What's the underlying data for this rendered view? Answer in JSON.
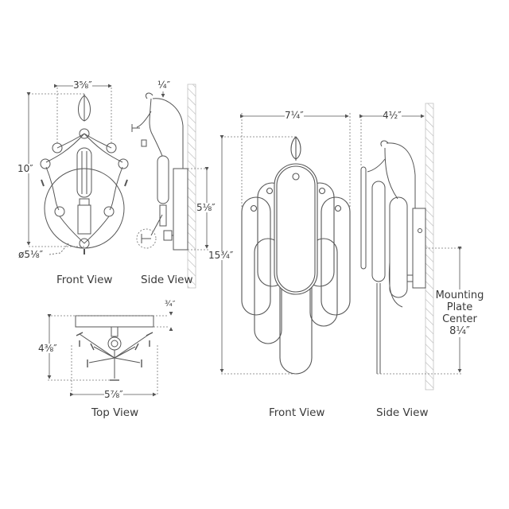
{
  "diagram": {
    "subject": "Wall sconce dimension drawing",
    "line_color": "#555555",
    "dash_color": "#7a7a7a",
    "hatch_color": "#b5b5b5"
  },
  "small_fixture": {
    "front_view": {
      "caption": "Front View",
      "width": "3⅝″",
      "height": "10″",
      "backplate_diameter": "ø5⅛″"
    },
    "side_view": {
      "caption": "Side View",
      "arm_offset": "¼″",
      "backplate_height": "5⅛″"
    },
    "top_view": {
      "caption": "Top View",
      "backplate_depth": "¾″",
      "depth": "4⅜″",
      "width": "5⅞″"
    }
  },
  "large_fixture": {
    "front_view": {
      "caption": "Front View",
      "width": "7¼″",
      "height": "15¾″"
    },
    "side_view": {
      "caption": "Side View",
      "depth": "4½″",
      "mounting_label_line1": "Mounting",
      "mounting_label_line2": "Plate",
      "mounting_label_line3": "Center",
      "mounting_value": "8¼″"
    }
  }
}
